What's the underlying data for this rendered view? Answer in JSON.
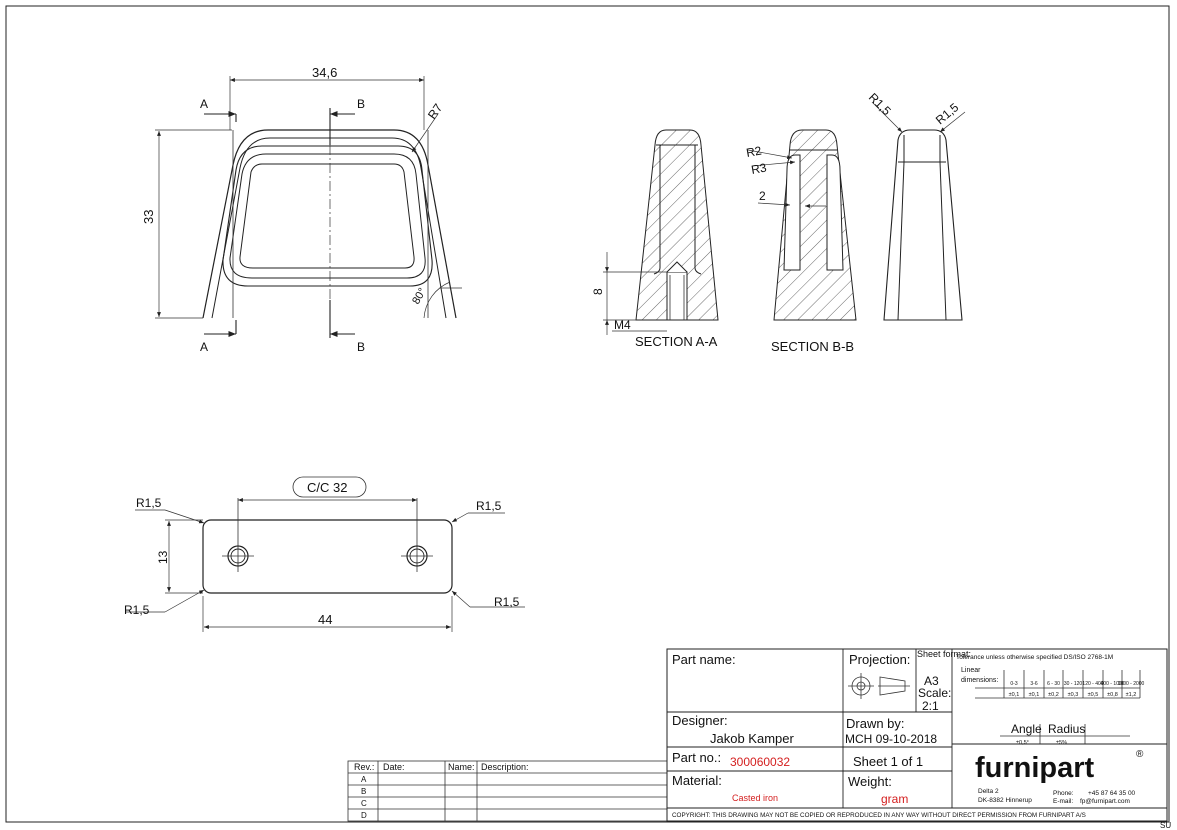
{
  "drawing": {
    "front_view": {
      "dim_width": "34,6",
      "dim_height": "33",
      "dim_radius": "R7",
      "dim_angle": "80°",
      "section_marks": [
        "A",
        "B",
        "A",
        "B"
      ]
    },
    "section_aa": {
      "dim_depth": "8",
      "dim_thread": "M4",
      "label": "SECTION A-A"
    },
    "section_bb": {
      "dim_r2": "R2",
      "dim_r3": "R3",
      "dim_wall": "2",
      "label": "SECTION B-B"
    },
    "side_view": {
      "dim_r_left": "R1,5",
      "dim_r_right": "R1,5"
    },
    "bottom_view": {
      "dim_cc": "C/C 32",
      "dim_height": "13",
      "dim_width": "44",
      "corner_tl": "R1,5",
      "corner_tr": "R1,5",
      "corner_bl": "R1,5",
      "corner_br": "R1,5"
    }
  },
  "revision_table": {
    "headers": [
      "Rev.:",
      "Date:",
      "Name:",
      "Description:"
    ],
    "rows": [
      "A",
      "B",
      "C",
      "D"
    ]
  },
  "title_block": {
    "part_name_label": "Part name:",
    "designer_label": "Designer:",
    "designer_name": "Jakob Kamper",
    "part_no_label": "Part no.:",
    "part_no_value": "300060032",
    "material_label": "Material:",
    "material_value": "Casted iron",
    "projection_label": "Projection:",
    "sheet_format_label": "Sheet format:",
    "sheet_format_value": "A3",
    "scale_label": "Scale:",
    "scale_value": "2:1",
    "drawn_by_label": "Drawn by:",
    "drawn_by_value": "MCH 09-10-2018",
    "sheet_label": "Sheet 1 of 1",
    "weight_label": "Weight:",
    "weight_value": "gram",
    "tolerance_title": "Tolerance unless otherwise specified DS/ISO 2768-1M",
    "linear_label": "Linear",
    "dimensions_label": "dimensions:",
    "tol_ranges": [
      "0-3",
      "3-6",
      "6 - 30",
      "30 - 120",
      "120 - 400",
      "400 - 1000",
      "1000 - 2000"
    ],
    "tol_values": [
      "±0,1",
      "±0,1",
      "±0,2",
      "±0,3",
      "±0,5",
      "±0,8",
      "±1,2"
    ],
    "angle_label": "Angle",
    "radius_label": "Radius",
    "angle_tol": "±0,5°",
    "radius_tol": "±5%",
    "brand": "furnipart",
    "registered": "®",
    "address_line1": "Delta 2",
    "address_line2": "DK-8382 Hinnerup",
    "phone_label": "Phone:",
    "phone_value": "+45 87 64 35 00",
    "email_label": "E-mail:",
    "email_value": "fp@furnipart.com",
    "copyright": "COPYRIGHT: THIS DRAWING MAY NOT BE COPIED OR REPRODUCED IN ANY WAY WITHOUT DIRECT PERMISSION FROM FURNIPART A/S",
    "corner_mark": "SU"
  }
}
